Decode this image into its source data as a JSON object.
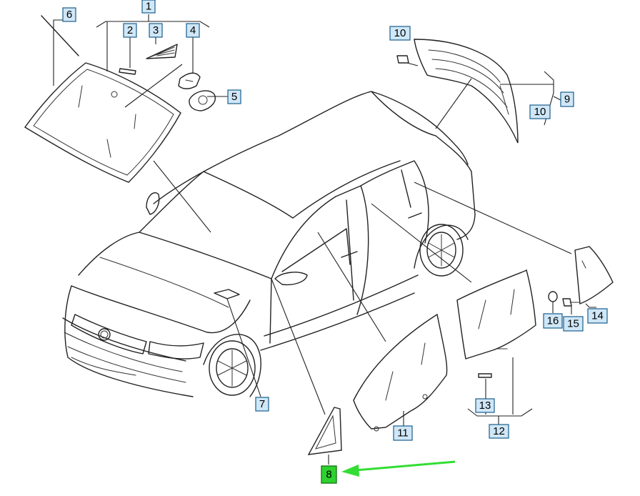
{
  "callouts": [
    {
      "id": "c1",
      "label": "1"
    },
    {
      "id": "c2",
      "label": "2"
    },
    {
      "id": "c3",
      "label": "3"
    },
    {
      "id": "c4",
      "label": "4"
    },
    {
      "id": "c5",
      "label": "5"
    },
    {
      "id": "c6",
      "label": "6"
    },
    {
      "id": "c7",
      "label": "7"
    },
    {
      "id": "c8",
      "label": "8",
      "highlighted": true
    },
    {
      "id": "c9",
      "label": "9"
    },
    {
      "id": "c10a",
      "label": "10"
    },
    {
      "id": "c10b",
      "label": "10"
    },
    {
      "id": "c11",
      "label": "11"
    },
    {
      "id": "c12",
      "label": "12"
    },
    {
      "id": "c13",
      "label": "13"
    },
    {
      "id": "c14",
      "label": "14"
    },
    {
      "id": "c15",
      "label": "15"
    },
    {
      "id": "c16",
      "label": "16"
    }
  ],
  "colors": {
    "callout_fill": "#cfe7f7",
    "callout_border": "#1b5e8c",
    "highlight_fill": "#2fd12f",
    "arrow": "#33dd33",
    "line": "#222222"
  }
}
